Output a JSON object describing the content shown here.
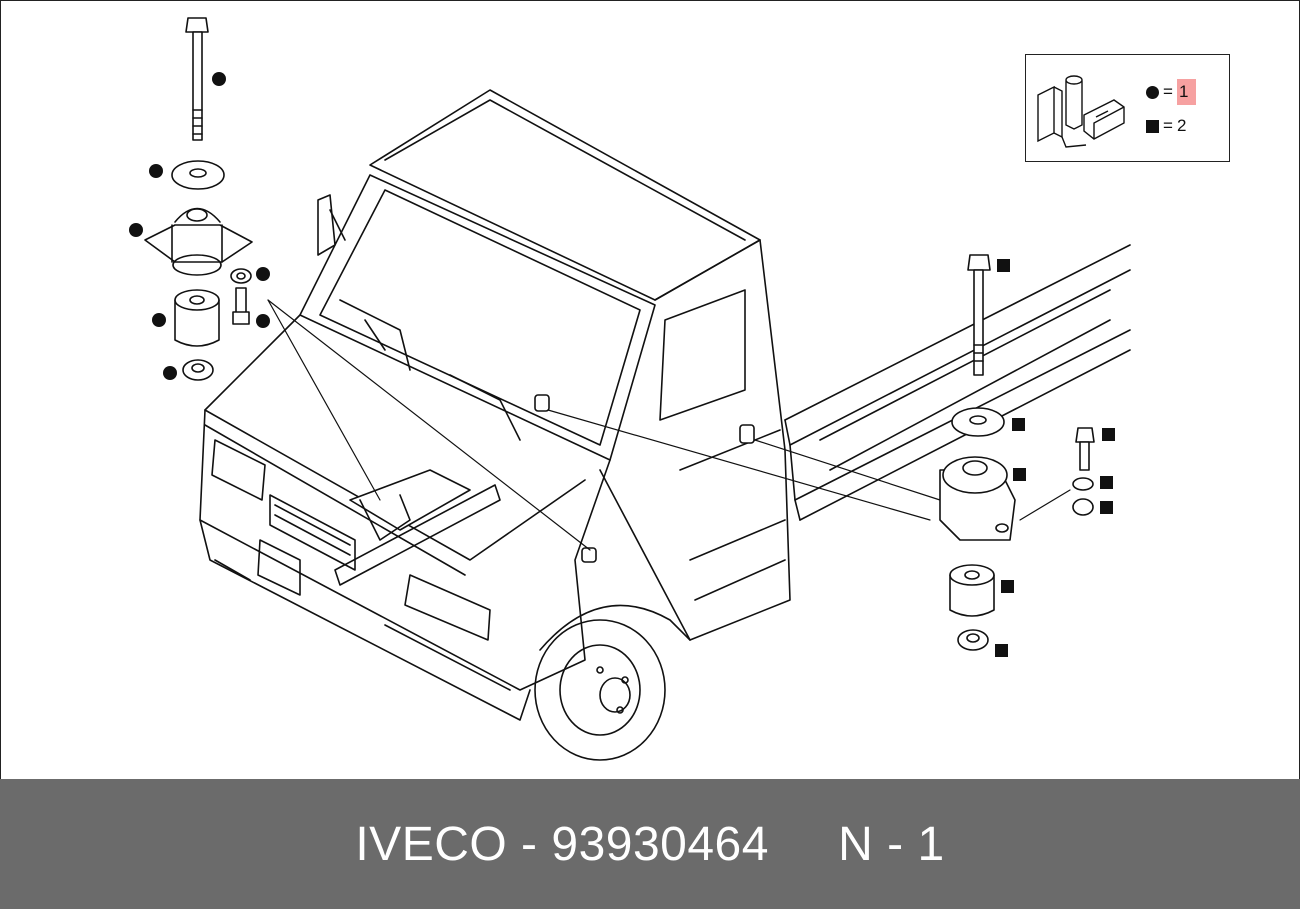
{
  "legend": {
    "rows": [
      {
        "symbol": "circle",
        "eq": "=",
        "qty": "1"
      },
      {
        "symbol": "square",
        "eq": "=",
        "qty": "2"
      }
    ],
    "highlight_color": "#f6a1a1"
  },
  "footer": {
    "brand": "IVECO",
    "separator": " - ",
    "part_number": "93930464",
    "position_label": "N - 1",
    "background": "#6b6b6b"
  }
}
